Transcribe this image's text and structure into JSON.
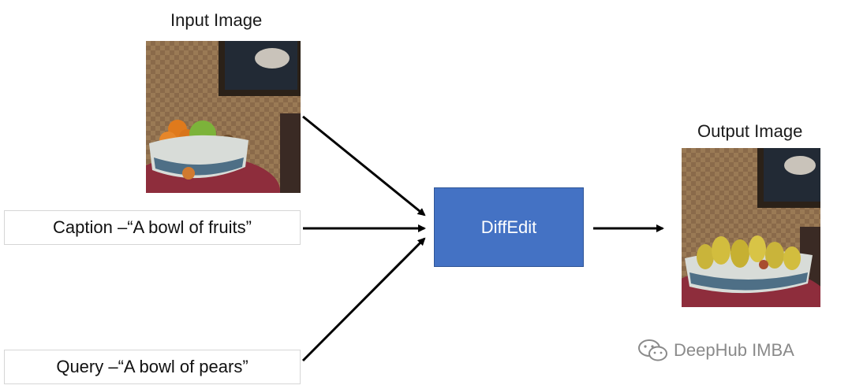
{
  "input": {
    "title": "Input Image"
  },
  "output": {
    "title": "Output Image"
  },
  "caption": {
    "text": "Caption –“A bowl of fruits”"
  },
  "query": {
    "text": "Query –“A bowl of pears”"
  },
  "process": {
    "label": "DiffEdit",
    "color": "#4472c4"
  },
  "watermark": {
    "text": "DeepHub IMBA",
    "icon": "wechat-icon"
  }
}
